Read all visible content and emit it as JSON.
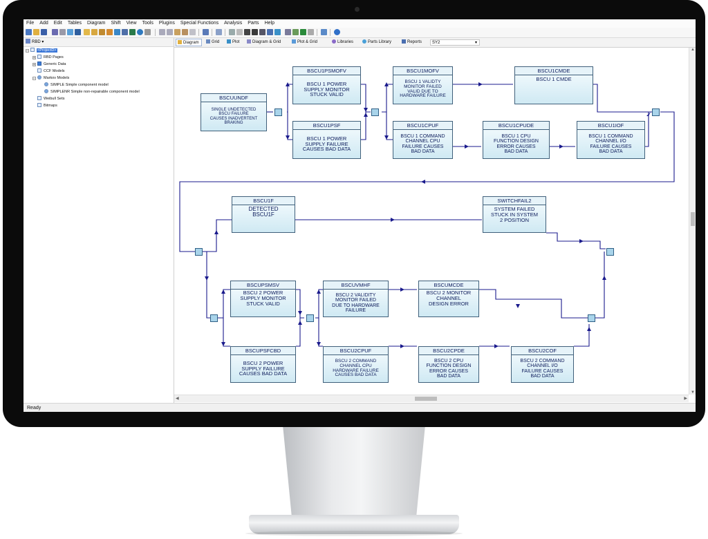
{
  "menu": [
    "File",
    "Add",
    "Edit",
    "Tables",
    "Diagram",
    "Shift",
    "View",
    "Tools",
    "Plugins",
    "Special Functions",
    "Analysis",
    "Parts",
    "Help"
  ],
  "left_panel": {
    "dropdown_label": "RBD",
    "tree": [
      {
        "label": "<ProjectD>",
        "icon": "project-icon"
      },
      {
        "label": "RBD Pages",
        "icon": "rbd-pages-icon"
      },
      {
        "label": "Generic Data",
        "icon": "generic-data-icon"
      },
      {
        "label": "CCF Models",
        "icon": "ccf-models-icon"
      },
      {
        "label": "Markov Models",
        "icon": "markov-models-icon"
      },
      {
        "label": "SIMPLE Simple component model",
        "icon": "markov-model-icon"
      },
      {
        "label": "SIMPLENR Simple non-repairable component model",
        "icon": "markov-model-icon"
      },
      {
        "label": "Weibull Sets",
        "icon": "weibull-sets-icon"
      },
      {
        "label": "Bitmaps",
        "icon": "bitmaps-icon"
      }
    ]
  },
  "tabs": [
    "Diagram",
    "Grid",
    "Plot",
    "Diagram & Grid",
    "Plot & Grid",
    "Libraries",
    "Parts Library",
    "Reports"
  ],
  "system_selector": "SY2",
  "blocks": [
    {
      "id": "BSCUUNDF",
      "lines": [
        "SINGLE UNDETECTED",
        "BSCU FAILURE",
        "CAUSES INADVERTENT",
        "BRAKING"
      ]
    },
    {
      "id": "BSCU1PSMOFV",
      "lines": [
        "BSCU 1 POWER",
        "SUPPLY MONITOR",
        "STUCK VALID"
      ]
    },
    {
      "id": "BSCU1PSF",
      "lines": [
        "BSCU 1 POWER",
        "SUPPLY FAILURE",
        "CAUSES BAD DATA"
      ]
    },
    {
      "id": "BSCU1MOFV",
      "lines": [
        "BSCU 1 VALIDTY",
        "MONITOR FAILED",
        "VALID DUE TO",
        "HARDWARE FAILURE"
      ]
    },
    {
      "id": "BSCU1CPUF",
      "lines": [
        "BSCU 1 COMMAND",
        "CHANNEL CPU",
        "FAILURE CAUSES",
        "BAD DATA"
      ]
    },
    {
      "id": "BSCU1CMDE",
      "lines": [
        "BSCU 1 CMDE"
      ]
    },
    {
      "id": "BSCU1CPUDE",
      "lines": [
        "BSCU 1 CPU",
        "FUNCTION DESIGN",
        "ERROR CAUSES",
        "BAD DATA"
      ]
    },
    {
      "id": "BSCU1IOF",
      "lines": [
        "BSCU 1 COMMAND",
        "CHANNEL I/O",
        "FAILURE CAUSES",
        "BAD DATA"
      ]
    },
    {
      "id": "BSCU1F",
      "lines": [
        "DETECTED",
        "BSCU1F"
      ]
    },
    {
      "id": "SWITCHFAIL2",
      "lines": [
        "SYSTEM FAILED",
        "STUCK IN SYSTEM",
        "2 POSITION"
      ]
    },
    {
      "id": "BSCUPSMSV",
      "lines": [
        "BSCU 2 POWER",
        "SUPPLY MONITOR",
        "STUCK VALID"
      ]
    },
    {
      "id": "BSCUPSFCBD",
      "lines": [
        "BSCU 2 POWER",
        "SUPPLY FAILURE",
        "CAUSES BAD DATA"
      ]
    },
    {
      "id": "BSCUVMHF",
      "lines": [
        "BSCU 2 VALIDITY",
        "MONITOR FAILED",
        "DUE TO HARDWARE",
        "FAILURE"
      ]
    },
    {
      "id": "BSCU2CPUF",
      "lines": [
        "BSCU 2 COMMAND",
        "CHANNEL CPU",
        "HARDWARE FAILURE",
        "CAUSES BAD DATA"
      ]
    },
    {
      "id": "BSCUMCDE",
      "lines": [
        "BSCU 2 MONITOR",
        "CHANNEL",
        "DESIGN ERROR"
      ]
    },
    {
      "id": "BSCU2CPDE",
      "lines": [
        "BSCU 2 CPU",
        "FUNCTION DESIGN",
        "ERROR CAUSES",
        "BAD DATA"
      ]
    },
    {
      "id": "BSCU2COF",
      "lines": [
        "BSCU 2 COMMAND",
        "CHANNEL I/O",
        "FAILURE CAUSES",
        "BAD DATA"
      ]
    }
  ],
  "status": "Ready",
  "colors": {
    "block_fill": "#cfe9f3",
    "block_border": "#3f5f7a",
    "connector": "#1a1a8c",
    "node_fill": "#a9d4ea"
  }
}
